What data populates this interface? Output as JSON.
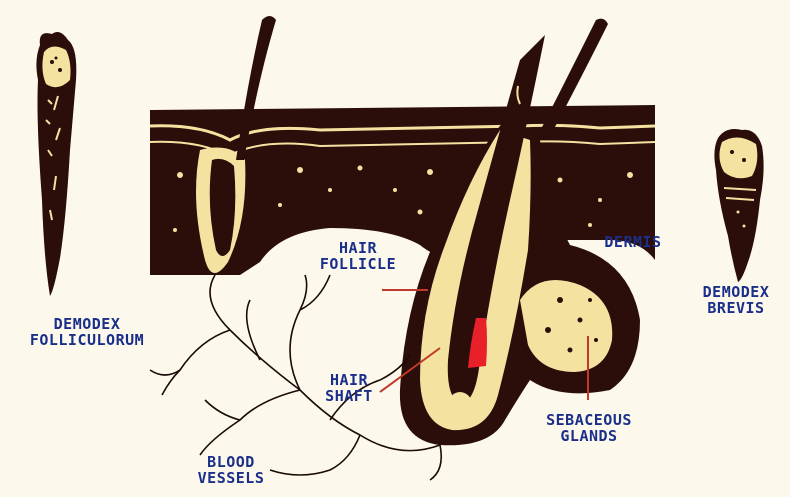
{
  "colors": {
    "background": "#fdf8ec",
    "tissue": "#2b0d0a",
    "cream": "#f4e2a0",
    "label_text": "#1a2f8a",
    "pointer": "#c0392b",
    "accent": "#e8202a"
  },
  "labels": {
    "demodex_folliculorum": [
      "DEMODEX",
      "FOLLICULORUM"
    ],
    "demodex_brevis": [
      "DEMODEX",
      "BREVIS"
    ],
    "hair_follicle": [
      "HAIR",
      "FOLLICLE"
    ],
    "dermis": "DERMIS",
    "hair_shaft": [
      "HAIR",
      "SHAFT"
    ],
    "sebaceous_glands": [
      "SEBACEOUS",
      "GLANDS"
    ],
    "blood_vessels": [
      "BLOOD",
      "VESSELS"
    ]
  }
}
